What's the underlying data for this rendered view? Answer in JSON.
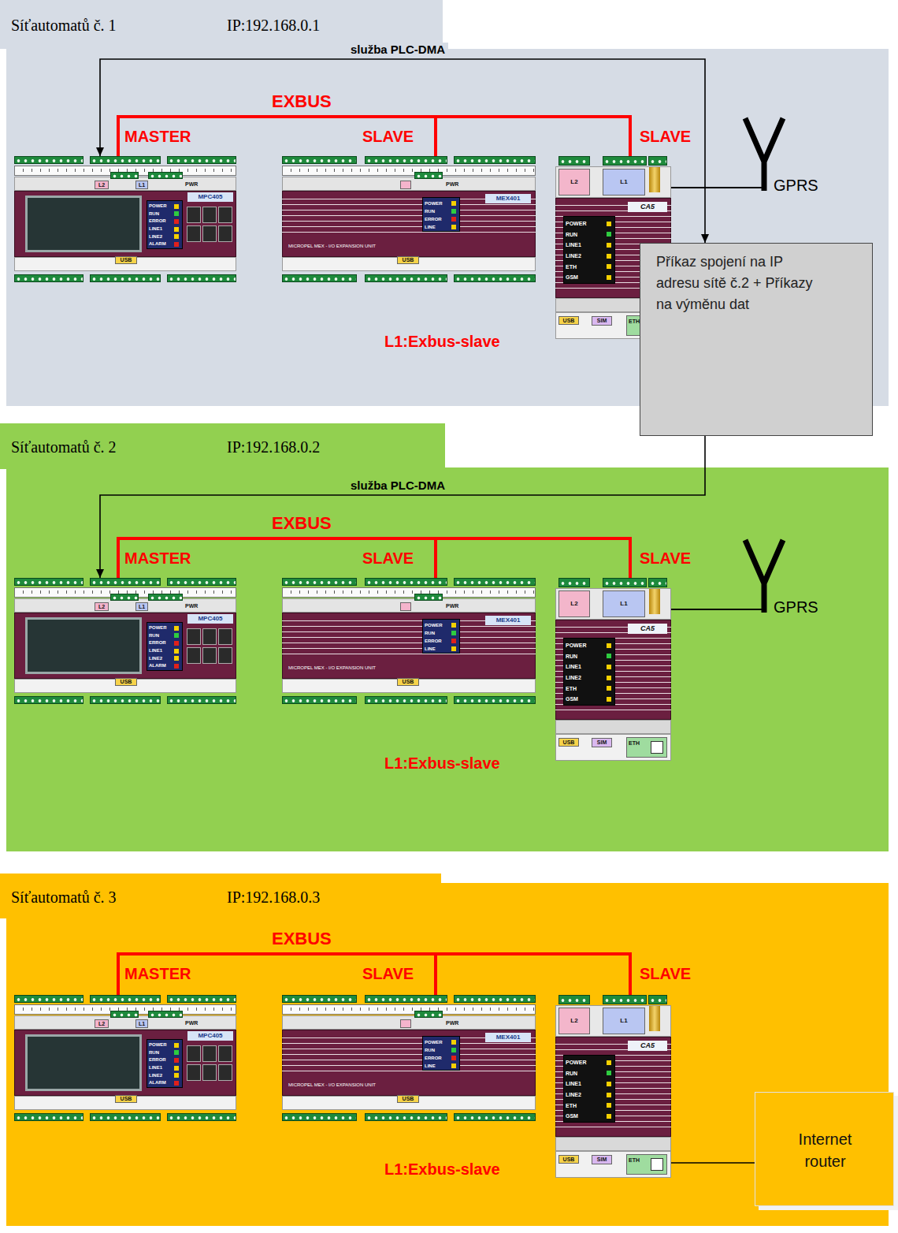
{
  "diagram": {
    "nodes": [
      {
        "text": [
          "Síťautomatů č. 1",
          "IP:192.168.0.1"
        ]
      },
      {
        "text": [
          "MPC405",
          "POWER",
          "RUN",
          "ERROR",
          "LINE1",
          "LINE2",
          "ALARM",
          "USB",
          "PWR",
          "L2",
          "L1"
        ],
        "in": 0
      },
      {
        "text": [
          "MEX401",
          "POWER",
          "RUN",
          "ERROR",
          "LINE",
          "MICROPEL MEX - I/O EXPANSION UNIT",
          "USB",
          "PWR"
        ],
        "in": 0
      },
      {
        "text": [
          "CA5",
          "POWER",
          "RUN",
          "LINE1",
          "LINE2",
          "ETH",
          "GSM",
          "USB",
          "SIM",
          "ETH",
          "L2",
          "L1"
        ],
        "in": 0
      },
      {
        "text": [
          "Příkaz spojení na IP adresu sítě č.2 + Příkazy na výměnu dat"
        ]
      },
      {
        "text": [
          "Síťautomatů č. 2",
          "IP:192.168.0.2"
        ]
      },
      {
        "text": [
          "MPC405",
          "POWER",
          "RUN",
          "ERROR",
          "LINE1",
          "LINE2",
          "ALARM",
          "USB",
          "PWR",
          "L2",
          "L1"
        ],
        "in": 5
      },
      {
        "text": [
          "MEX401",
          "POWER",
          "RUN",
          "ERROR",
          "LINE",
          "MICROPEL MEX - I/O EXPANSION UNIT",
          "USB",
          "PWR"
        ],
        "in": 5
      },
      {
        "text": [
          "CA5",
          "POWER",
          "RUN",
          "LINE1",
          "LINE2",
          "ETH",
          "GSM",
          "USB",
          "SIM",
          "ETH",
          "L2",
          "L1"
        ],
        "in": 5
      },
      {
        "text": [
          "Síťautomatů č. 3",
          "IP:192.168.0.3"
        ]
      },
      {
        "text": [
          "MPC405",
          "POWER",
          "RUN",
          "ERROR",
          "LINE1",
          "LINE2",
          "ALARM",
          "USB",
          "PWR",
          "L2",
          "L1"
        ],
        "in": 9
      },
      {
        "text": [
          "MEX401",
          "POWER",
          "RUN",
          "ERROR",
          "LINE",
          "MICROPEL MEX - I/O EXPANSION UNIT",
          "USB",
          "PWR"
        ],
        "in": 9
      },
      {
        "text": [
          "CA5",
          "POWER",
          "RUN",
          "LINE1",
          "LINE2",
          "ETH",
          "GSM",
          "USB",
          "SIM",
          "ETH",
          "L2",
          "L1"
        ],
        "in": 9
      },
      {
        "text": [
          "Internet router"
        ],
        "in": 9
      }
    ],
    "edges": [
      {
        "from": 1,
        "to": 4,
        "label": "služba PLC-DMA",
        "arrow": "both"
      },
      {
        "from": 4,
        "to": 6,
        "label": "služba PLC-DMA",
        "arrow": "to"
      },
      {
        "from": 1,
        "to": 2,
        "label": "EXBUS",
        "arrow": "none"
      },
      {
        "from": 1,
        "to": 3,
        "arrow": "none"
      },
      {
        "from": 6,
        "to": 7,
        "label": "EXBUS",
        "arrow": "none"
      },
      {
        "from": 6,
        "to": 8,
        "arrow": "none"
      },
      {
        "from": 10,
        "to": 11,
        "label": "EXBUS",
        "arrow": "none"
      },
      {
        "from": 10,
        "to": 12,
        "arrow": "none"
      },
      {
        "from": 12,
        "to": 13,
        "arrow": "none"
      }
    ],
    "labels": [
      "MASTER",
      "SLAVE",
      "SLAVE",
      "L1:Exbus-slave",
      "GPRS",
      "MASTER",
      "SLAVE",
      "SLAVE",
      "L1:Exbus-slave",
      "GPRS",
      "MASTER",
      "SLAVE",
      "SLAVE",
      "L1:Exbus-slave"
    ]
  }
}
